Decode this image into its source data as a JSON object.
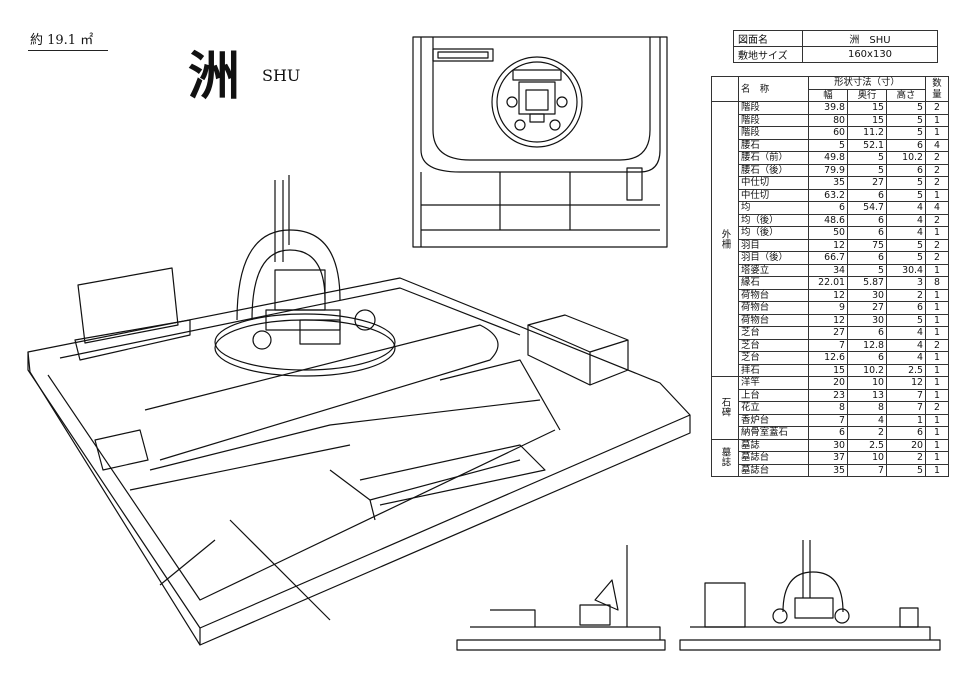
{
  "header": {
    "area": "約 19.1 ㎡",
    "title_kanji": "洲",
    "title_roman": "SHU"
  },
  "info": [
    {
      "key": "図面名",
      "value": "洲　SHU"
    },
    {
      "key": "敷地サイズ",
      "value": "160x130"
    }
  ],
  "dims": {
    "group_header": "形状寸法（寸）",
    "columns": [
      "名　称",
      "幅",
      "奥行",
      "高さ",
      "数量"
    ],
    "groups": [
      {
        "label": "外柵",
        "rows": [
          [
            "階段",
            "39.8",
            "15",
            "5",
            "2"
          ],
          [
            "階段",
            "80",
            "15",
            "5",
            "1"
          ],
          [
            "階段",
            "60",
            "11.2",
            "5",
            "1"
          ],
          [
            "腰石",
            "5",
            "52.1",
            "6",
            "4"
          ],
          [
            "腰石（前）",
            "49.8",
            "5",
            "10.2",
            "2"
          ],
          [
            "腰石（後）",
            "79.9",
            "5",
            "6",
            "2"
          ],
          [
            "中仕切",
            "35",
            "27",
            "5",
            "2"
          ],
          [
            "中仕切",
            "63.2",
            "6",
            "5",
            "1"
          ],
          [
            "均",
            "6",
            "54.7",
            "4",
            "4"
          ],
          [
            "均（後）",
            "48.6",
            "6",
            "4",
            "2"
          ],
          [
            "均（後）",
            "50",
            "6",
            "4",
            "1"
          ],
          [
            "羽目",
            "12",
            "75",
            "5",
            "2"
          ],
          [
            "羽目（後）",
            "66.7",
            "6",
            "5",
            "2"
          ],
          [
            "塔婆立",
            "34",
            "5",
            "30.4",
            "1"
          ],
          [
            "縁石",
            "22.01",
            "5.87",
            "3",
            "8"
          ],
          [
            "荷物台",
            "12",
            "30",
            "2",
            "1"
          ],
          [
            "荷物台",
            "9",
            "27",
            "6",
            "1"
          ],
          [
            "荷物台",
            "12",
            "30",
            "5",
            "1"
          ],
          [
            "芝台",
            "27",
            "6",
            "4",
            "1"
          ],
          [
            "芝台",
            "7",
            "12.8",
            "4",
            "2"
          ],
          [
            "芝台",
            "12.6",
            "6",
            "4",
            "1"
          ],
          [
            "拝石",
            "15",
            "10.2",
            "2.5",
            "1"
          ]
        ]
      },
      {
        "label": "石碑",
        "rows": [
          [
            "洋竿",
            "20",
            "10",
            "12",
            "1"
          ],
          [
            "上台",
            "23",
            "13",
            "7",
            "1"
          ],
          [
            "花立",
            "8",
            "8",
            "7",
            "2"
          ],
          [
            "香炉台",
            "7",
            "4",
            "1",
            "1"
          ],
          [
            "納骨室蓋石",
            "6",
            "2",
            "6",
            "1"
          ]
        ]
      },
      {
        "label": "墓誌",
        "rows": [
          [
            "墓誌",
            "30",
            "2.5",
            "20",
            "1"
          ],
          [
            "墓誌台",
            "37",
            "10",
            "2",
            "1"
          ],
          [
            "墓誌台",
            "35",
            "7",
            "5",
            "1"
          ]
        ]
      }
    ]
  }
}
